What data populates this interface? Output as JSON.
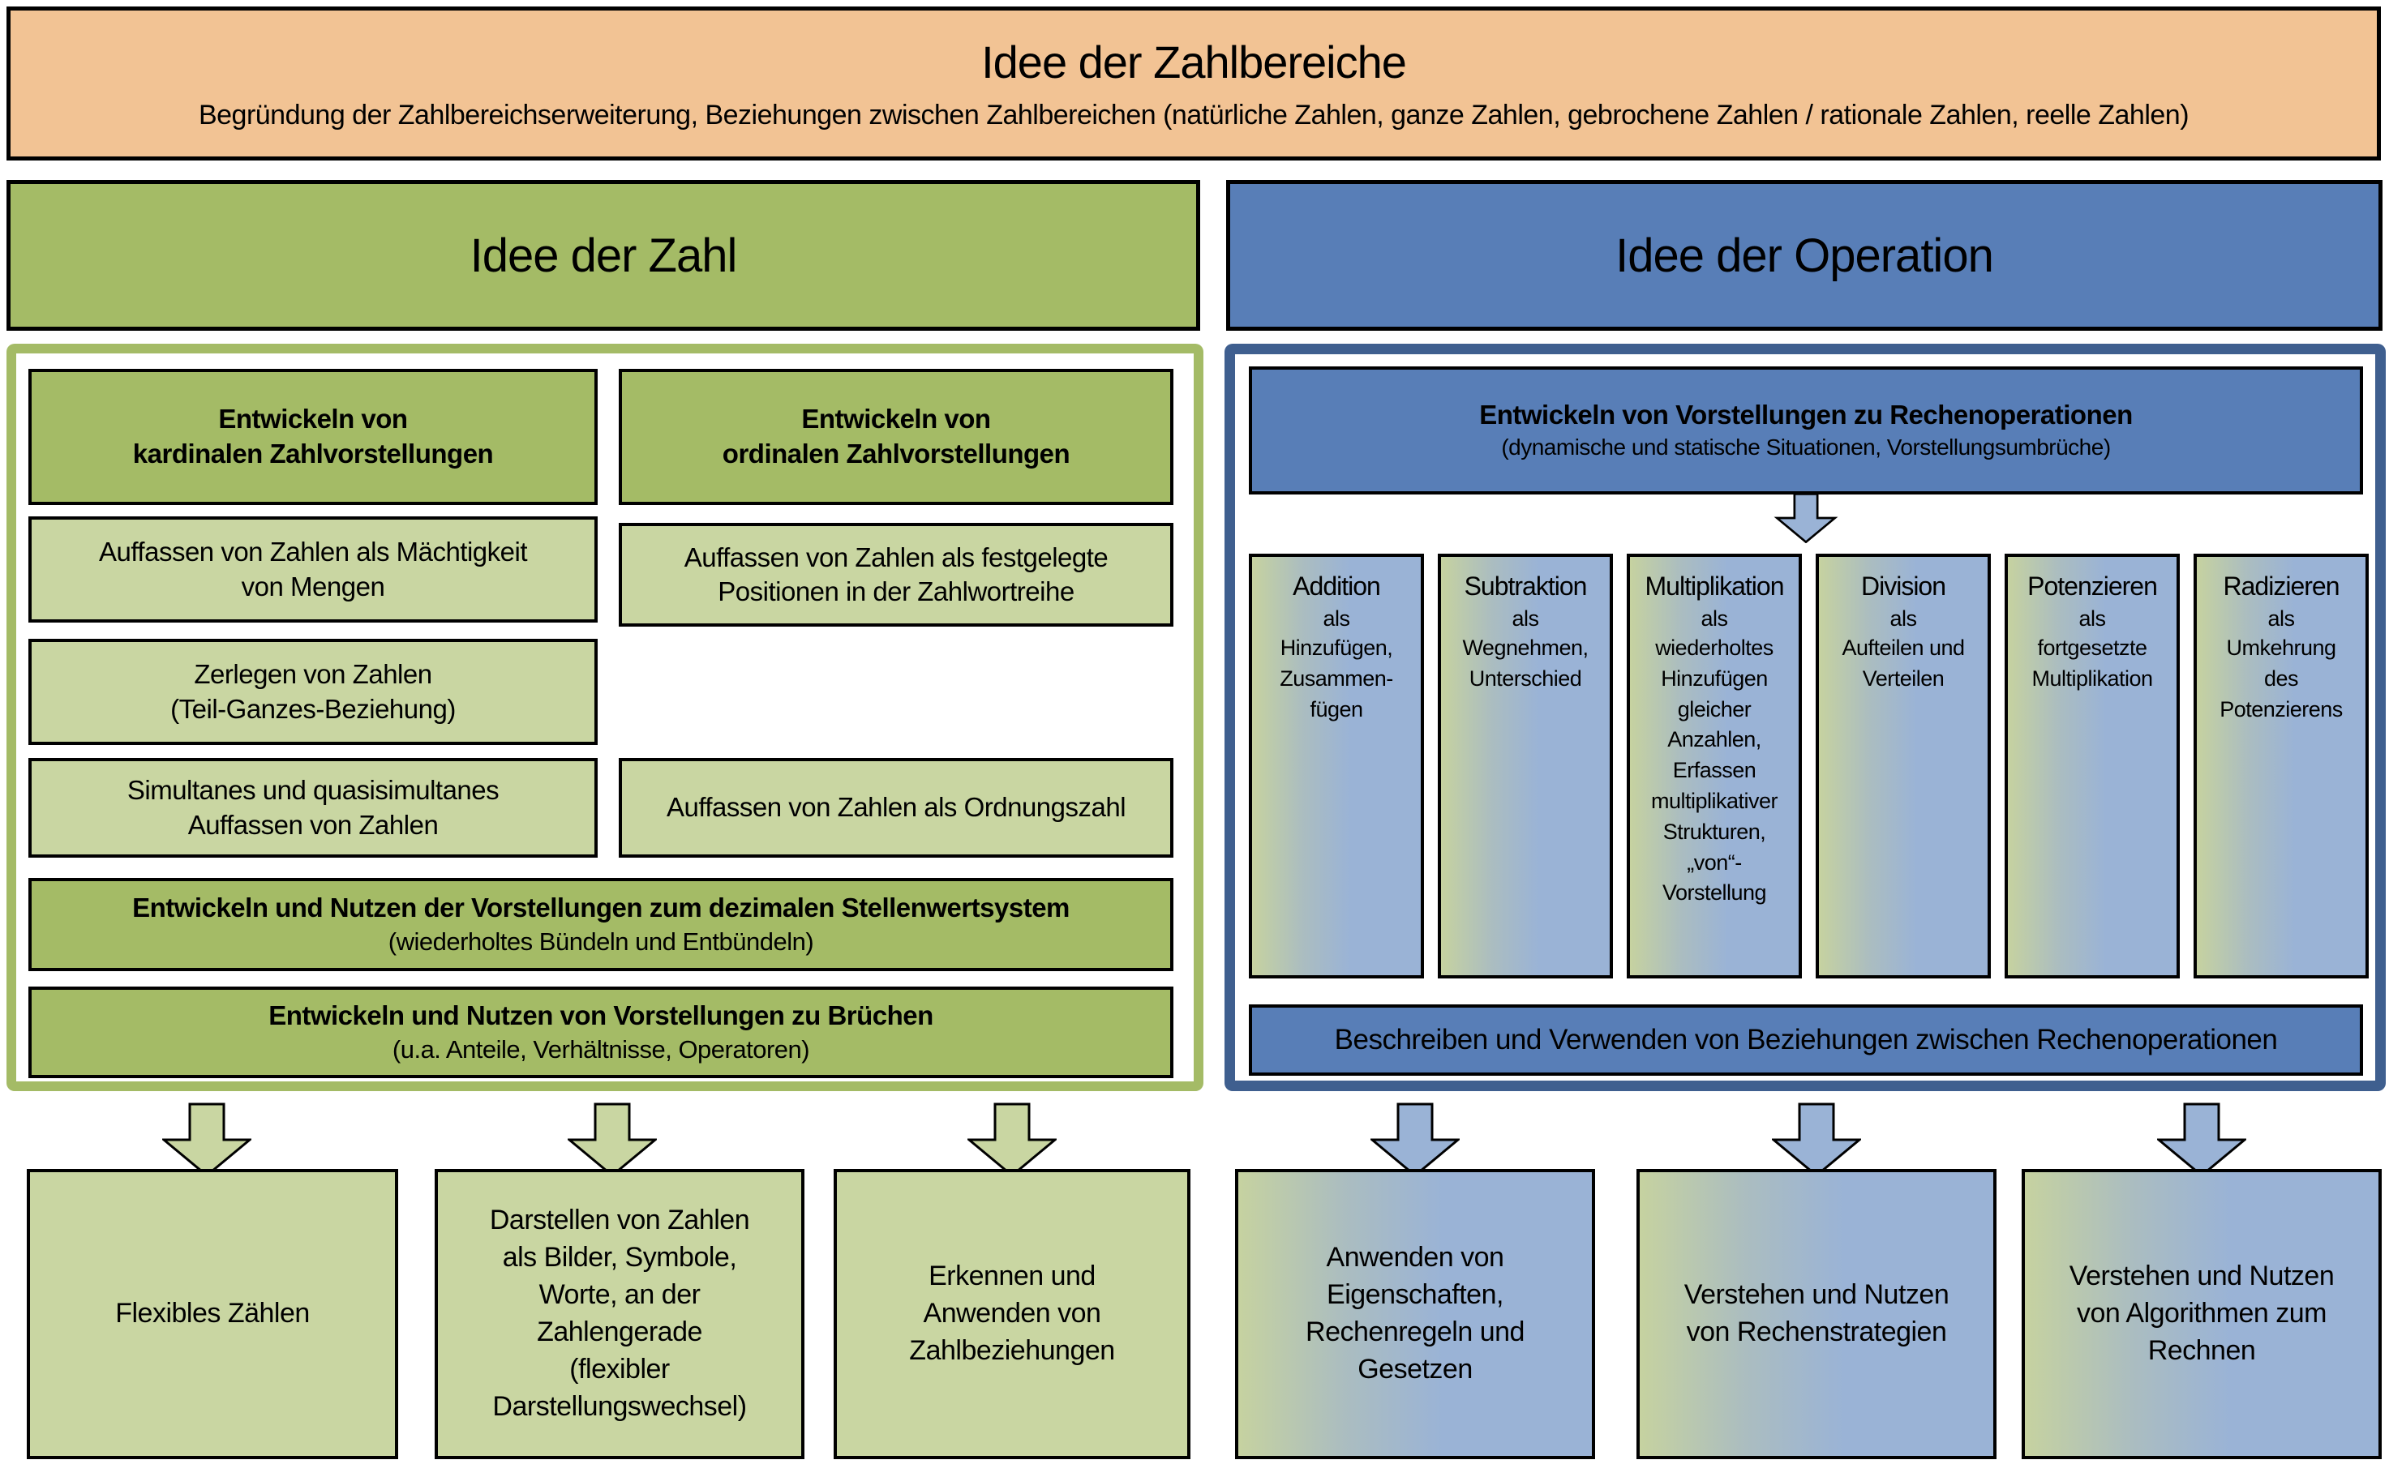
{
  "banner": {
    "title": "Idee der Zahlbereiche",
    "subtitle": "Begründung der Zahlbereichserweiterung, Beziehungen zwischen Zahlbereichen (natürliche Zahlen, ganze Zahlen, gebrochene Zahlen / rationale Zahlen, reelle Zahlen)"
  },
  "zahl": {
    "header": "Idee der Zahl",
    "kardinal": "Entwickeln von\nkardinalen Zahlvorstellungen",
    "ordinal": "Entwickeln von\nordinalen Zahlvorstellungen",
    "maechtigkeit": "Auffassen von Zahlen als Mächtigkeit\nvon Mengen",
    "positionen": "Auffassen von Zahlen als festgelegte\nPositionen in der Zahlwortreihe",
    "zerlegen": "Zerlegen von Zahlen\n(Teil-Ganzes-Beziehung)",
    "simultan": "Simultanes und quasisimultanes\nAuffassen von Zahlen",
    "ordnungszahl": "Auffassen von Zahlen als Ordnungszahl",
    "stellenwert": {
      "title": "Entwickeln und Nutzen der Vorstellungen zum dezimalen Stellenwertsystem",
      "sub": "(wiederholtes Bündeln und Entbündeln)"
    },
    "brueche": {
      "title": "Entwickeln und Nutzen von Vorstellungen zu Brüchen",
      "sub": "(u.a. Anteile, Verhältnisse, Operatoren)"
    },
    "outcomes": [
      "Flexibles Zählen",
      "Darstellen von Zahlen\nals Bilder, Symbole,\nWorte, an der\nZahlengerade\n(flexibler\nDarstellungswechsel)",
      "Erkennen und\nAnwenden von\nZahlbeziehungen"
    ]
  },
  "operation": {
    "header": "Idee der Operation",
    "rechenoperationen": {
      "title": "Entwickeln von Vorstellungen zu Rechenoperationen",
      "sub": "(dynamische und statische Situationen, Vorstellungsumbrüche)"
    },
    "columns": [
      {
        "title": "Addition",
        "als": "als",
        "desc": "Hinzufügen,\nZusammen-\nfügen"
      },
      {
        "title": "Subtraktion",
        "als": "als",
        "desc": "Wegnehmen,\nUnterschied"
      },
      {
        "title": "Multiplikation",
        "als": "als",
        "desc": "wiederholtes\nHinzufügen\ngleicher\nAnzahlen,\nErfassen\nmultiplikativer\nStrukturen,\n„von“-\nVorstellung"
      },
      {
        "title": "Division",
        "als": "als",
        "desc": "Aufteilen und\nVerteilen"
      },
      {
        "title": "Potenzieren",
        "als": "als",
        "desc": "fortgesetzte\nMultiplikation"
      },
      {
        "title": "Radizieren",
        "als": "als",
        "desc": "Umkehrung\ndes\nPotenzierens"
      }
    ],
    "beziehungen": "Beschreiben und Verwenden von Beziehungen zwischen Rechenoperationen",
    "outcomes": [
      "Anwenden von\nEigenschaften,\nRechenregeln und\nGesetzen",
      "Verstehen und Nutzen\nvon Rechenstrategien",
      "Verstehen und Nutzen\nvon Algorithmen zum\nRechnen"
    ]
  },
  "colors": {
    "banner_bg": "#F2C394",
    "olive_green": "#A4BB66",
    "light_green": "#C9D6A2",
    "blue": "#587EB7",
    "light_blue": "#9AB3D6",
    "right_container_border": "#3F5F8F",
    "border_black": "#000000"
  }
}
